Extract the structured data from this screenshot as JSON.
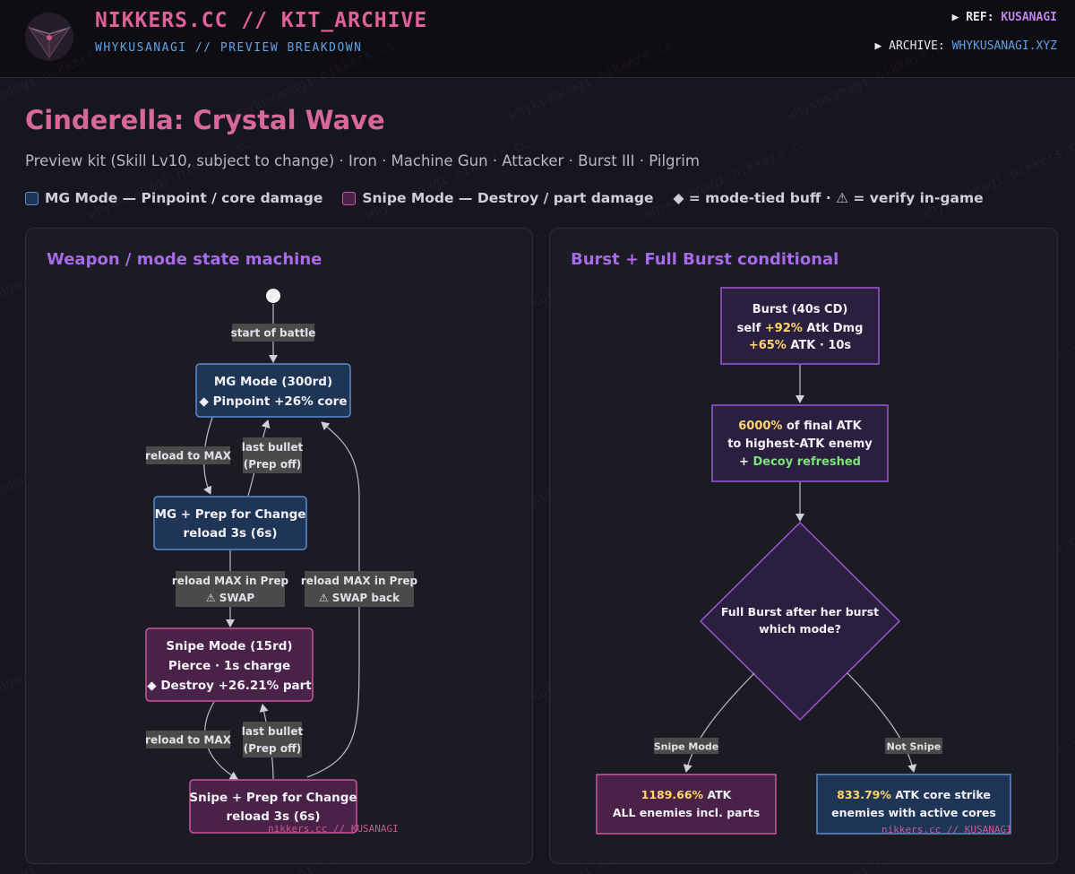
{
  "header": {
    "brand_title": "NIKKERS.CC // KIT_ARCHIVE",
    "brand_sub": "WHYKUSANAGI // PREVIEW BREAKDOWN",
    "ref_label": "▶ REF:",
    "ref_value": "KUSANAGI",
    "archive_label": "▶ ARCHIVE:",
    "archive_value": "WHYKUSANAGI.XYZ"
  },
  "page": {
    "title": "Cinderella: Crystal Wave",
    "subtitle": "Preview kit (Skill Lv10, subject to change) · Iron · Machine Gun · Attacker · Burst III · Pilgrim"
  },
  "legend": {
    "mg": "MG Mode — Pinpoint / core damage",
    "snipe": "Snipe Mode — Destroy / part damage",
    "note": "◆ = mode-tied buff · ⚠ = verify in-game"
  },
  "colors": {
    "mg_fill": "#1f3556",
    "mg_stroke": "#5c8cd0",
    "snipe_fill": "#4a2147",
    "snipe_stroke": "#c9579b",
    "burst_stroke": "#9b57d8",
    "gold": "#ffd66b",
    "green": "#7de27d"
  },
  "watermark": "whykusanagi nikkers.cc",
  "left_panel": {
    "title": "Weapon / mode state machine",
    "start_label": "start of battle",
    "mg_mode": [
      "MG Mode (300rd)",
      "◆ Pinpoint +26% core"
    ],
    "mg_prep": [
      "MG + Prep for Change",
      "reload 3s (6s)"
    ],
    "snipe_mode": [
      "Snipe Mode (15rd)",
      "Pierce · 1s charge",
      "◆ Destroy +26.21% part"
    ],
    "snipe_prep": [
      "Snipe + Prep for Change",
      "reload 3s (6s)"
    ],
    "edge_reload_max_1": "reload to MAX",
    "edge_last_bullet_1": [
      "last bullet",
      "(Prep off)"
    ],
    "edge_swap": [
      "reload MAX in Prep",
      "⚠ SWAP"
    ],
    "edge_swap_back": [
      "reload MAX in Prep",
      "⚠ SWAP back"
    ],
    "edge_reload_max_2": "reload to MAX",
    "edge_last_bullet_2": [
      "last bullet",
      "(Prep off)"
    ],
    "stamp": "nikkers.cc // KUSANAGI"
  },
  "right_panel": {
    "title": "Burst + Full Burst conditional",
    "burst": {
      "line1": "Burst (40s CD)",
      "line2_pre": "self ",
      "line2_hl": "+92%",
      "line2_post": " Atk Dmg",
      "line3_hl": "+65%",
      "line3_post": " ATK · 10s"
    },
    "damage": {
      "line1_hl": "6000%",
      "line1_post": " of final ATK",
      "line2": "to highest-ATK enemy",
      "line3_pre": "+ ",
      "line3_hl": "Decoy refreshed"
    },
    "decision": [
      "Full Burst after her burst",
      "which mode?"
    ],
    "edge_snipe": "Snipe Mode",
    "edge_not_snipe": "Not Snipe",
    "snipe_result": {
      "line1_hl": "1189.66%",
      "line1_post": " ATK",
      "line2": "ALL enemies incl. parts"
    },
    "mg_result": {
      "line1_hl": "833.79%",
      "line1_post": " ATK core strike",
      "line2": "enemies with active cores"
    },
    "stamp": "nikkers.cc // KUSANAGI"
  }
}
